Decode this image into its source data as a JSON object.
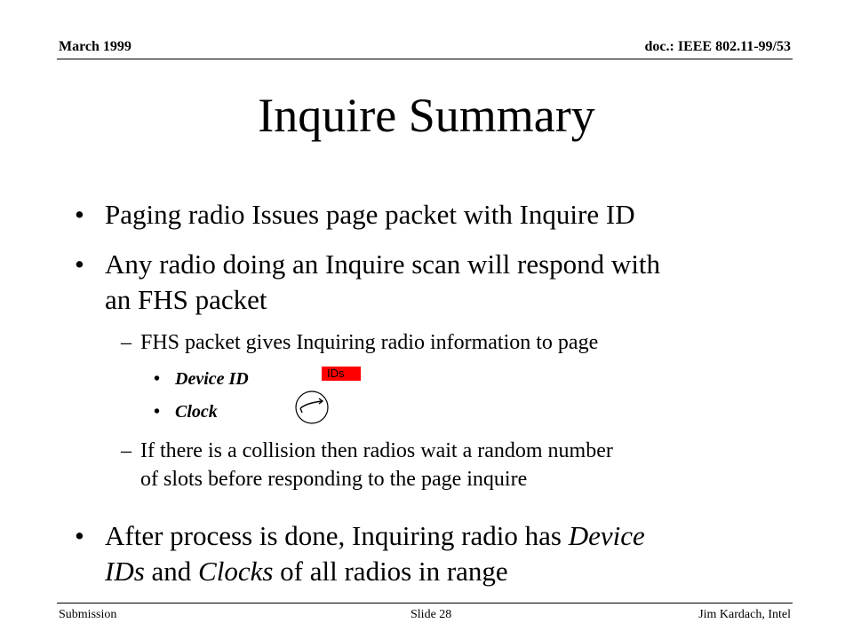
{
  "header": {
    "date": "March 1999",
    "doc": "doc.: IEEE 802.11-99/53"
  },
  "title": "Inquire Summary",
  "bullets": {
    "b1": "Paging radio Issues page packet with Inquire ID",
    "b2_line1": "Any radio doing an Inquire scan will respond with",
    "b2_line2": "an FHS packet",
    "sub1": "FHS packet gives Inquiring radio information to page",
    "sub1_a": "Device ID",
    "sub1_b": "Clock",
    "sub2_line1": "If there is a collision then radios wait a random number",
    "sub2_line2": "of slots before responding to the page inquire",
    "b3_line1_pre": "After process is done, Inquiring radio has ",
    "b3_line1_em": "Device",
    "b3_line2_em1": "IDs",
    "b3_line2_mid": " and ",
    "b3_line2_em2": "Clocks",
    "b3_line2_post": " of all radios in range"
  },
  "annotation": {
    "label": "IDs",
    "color": "#ff0000",
    "icon": "loop-arrow-icon"
  },
  "footer": {
    "left": "Submission",
    "center": "Slide 28",
    "right": "Jim Kardach, Intel"
  }
}
